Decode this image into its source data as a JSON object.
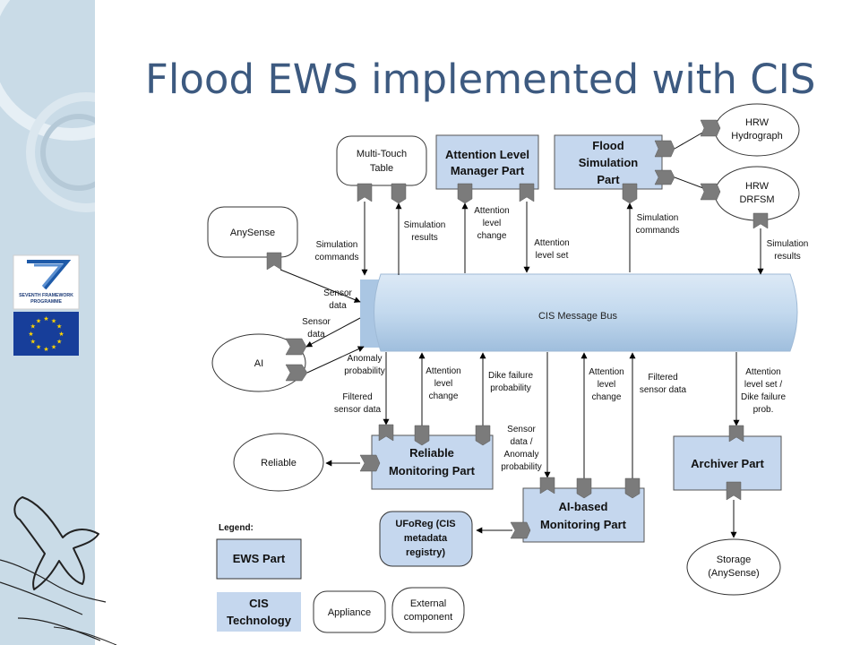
{
  "title": "Flood EWS implemented with CIS",
  "colors": {
    "part_fill": "#c5d7ee",
    "bus_fill": "#c3d9ee",
    "connector": "#7b7b7b",
    "title_color": "#3d5a80",
    "sidebar": "#c9dbe7"
  },
  "logos": {
    "fp7_text_1": "SEVENTH FRAMEWORK",
    "fp7_text_2": "PROGRAMME"
  },
  "bus": {
    "label": "CIS Message Bus"
  },
  "parts": {
    "attention": [
      "Attention Level",
      "Manager Part"
    ],
    "flood": [
      "Flood",
      "Simulation",
      "Part"
    ],
    "reliable": [
      "Reliable",
      "Monitoring Part"
    ],
    "aibased": [
      "AI-based",
      "Monitoring Part"
    ],
    "archiver": [
      "Archiver Part"
    ]
  },
  "appliances": {
    "multitouch": [
      "Multi-Touch",
      "Table"
    ],
    "ufoReg": [
      "UFoReg (CIS",
      "metadata",
      "registry)"
    ]
  },
  "externals": {
    "anysense": [
      "AnySense"
    ],
    "ai": [
      "AI"
    ],
    "reliable_out": [
      "Reliable"
    ],
    "hrw_hydro": [
      "HRW",
      "Hydrograph"
    ],
    "hrw_drfsm": [
      "HRW",
      "DRFSM"
    ],
    "storage": [
      "Storage",
      "(AnySense)"
    ]
  },
  "labels": {
    "sim_cmd_1": [
      "Simulation",
      "commands"
    ],
    "sim_results_1": [
      "Simulation",
      "results"
    ],
    "att_change_1": [
      "Attention",
      "level",
      "change"
    ],
    "att_set_1": [
      "Attention",
      "level set"
    ],
    "sim_cmd_2": [
      "Simulation",
      "commands"
    ],
    "sim_results_2": [
      "Simulation",
      "results"
    ],
    "sensor_data_1": [
      "Sensor",
      "data"
    ],
    "sensor_data_2": [
      "Sensor",
      "data"
    ],
    "anomaly_prob": [
      "Anomaly",
      "probability"
    ],
    "filtered_1": [
      "Filtered",
      "sensor data"
    ],
    "att_change_2": [
      "Attention",
      "level",
      "change"
    ],
    "dike_prob": [
      "Dike failure",
      "probability"
    ],
    "sensor_anomaly": [
      "Sensor",
      "data /",
      "Anomaly",
      "probability"
    ],
    "att_change_3": [
      "Attention",
      "level",
      "change"
    ],
    "filtered_2": [
      "Filtered",
      "sensor data"
    ],
    "archive_in": [
      "Attention",
      "level set /",
      "Dike failure",
      "prob."
    ]
  },
  "legend": {
    "heading": "Legend:",
    "ews_part": [
      "EWS Part"
    ],
    "cis_tech": [
      "CIS",
      "Technology"
    ],
    "appliance": [
      "Appliance"
    ],
    "external": [
      "External",
      "component"
    ]
  }
}
